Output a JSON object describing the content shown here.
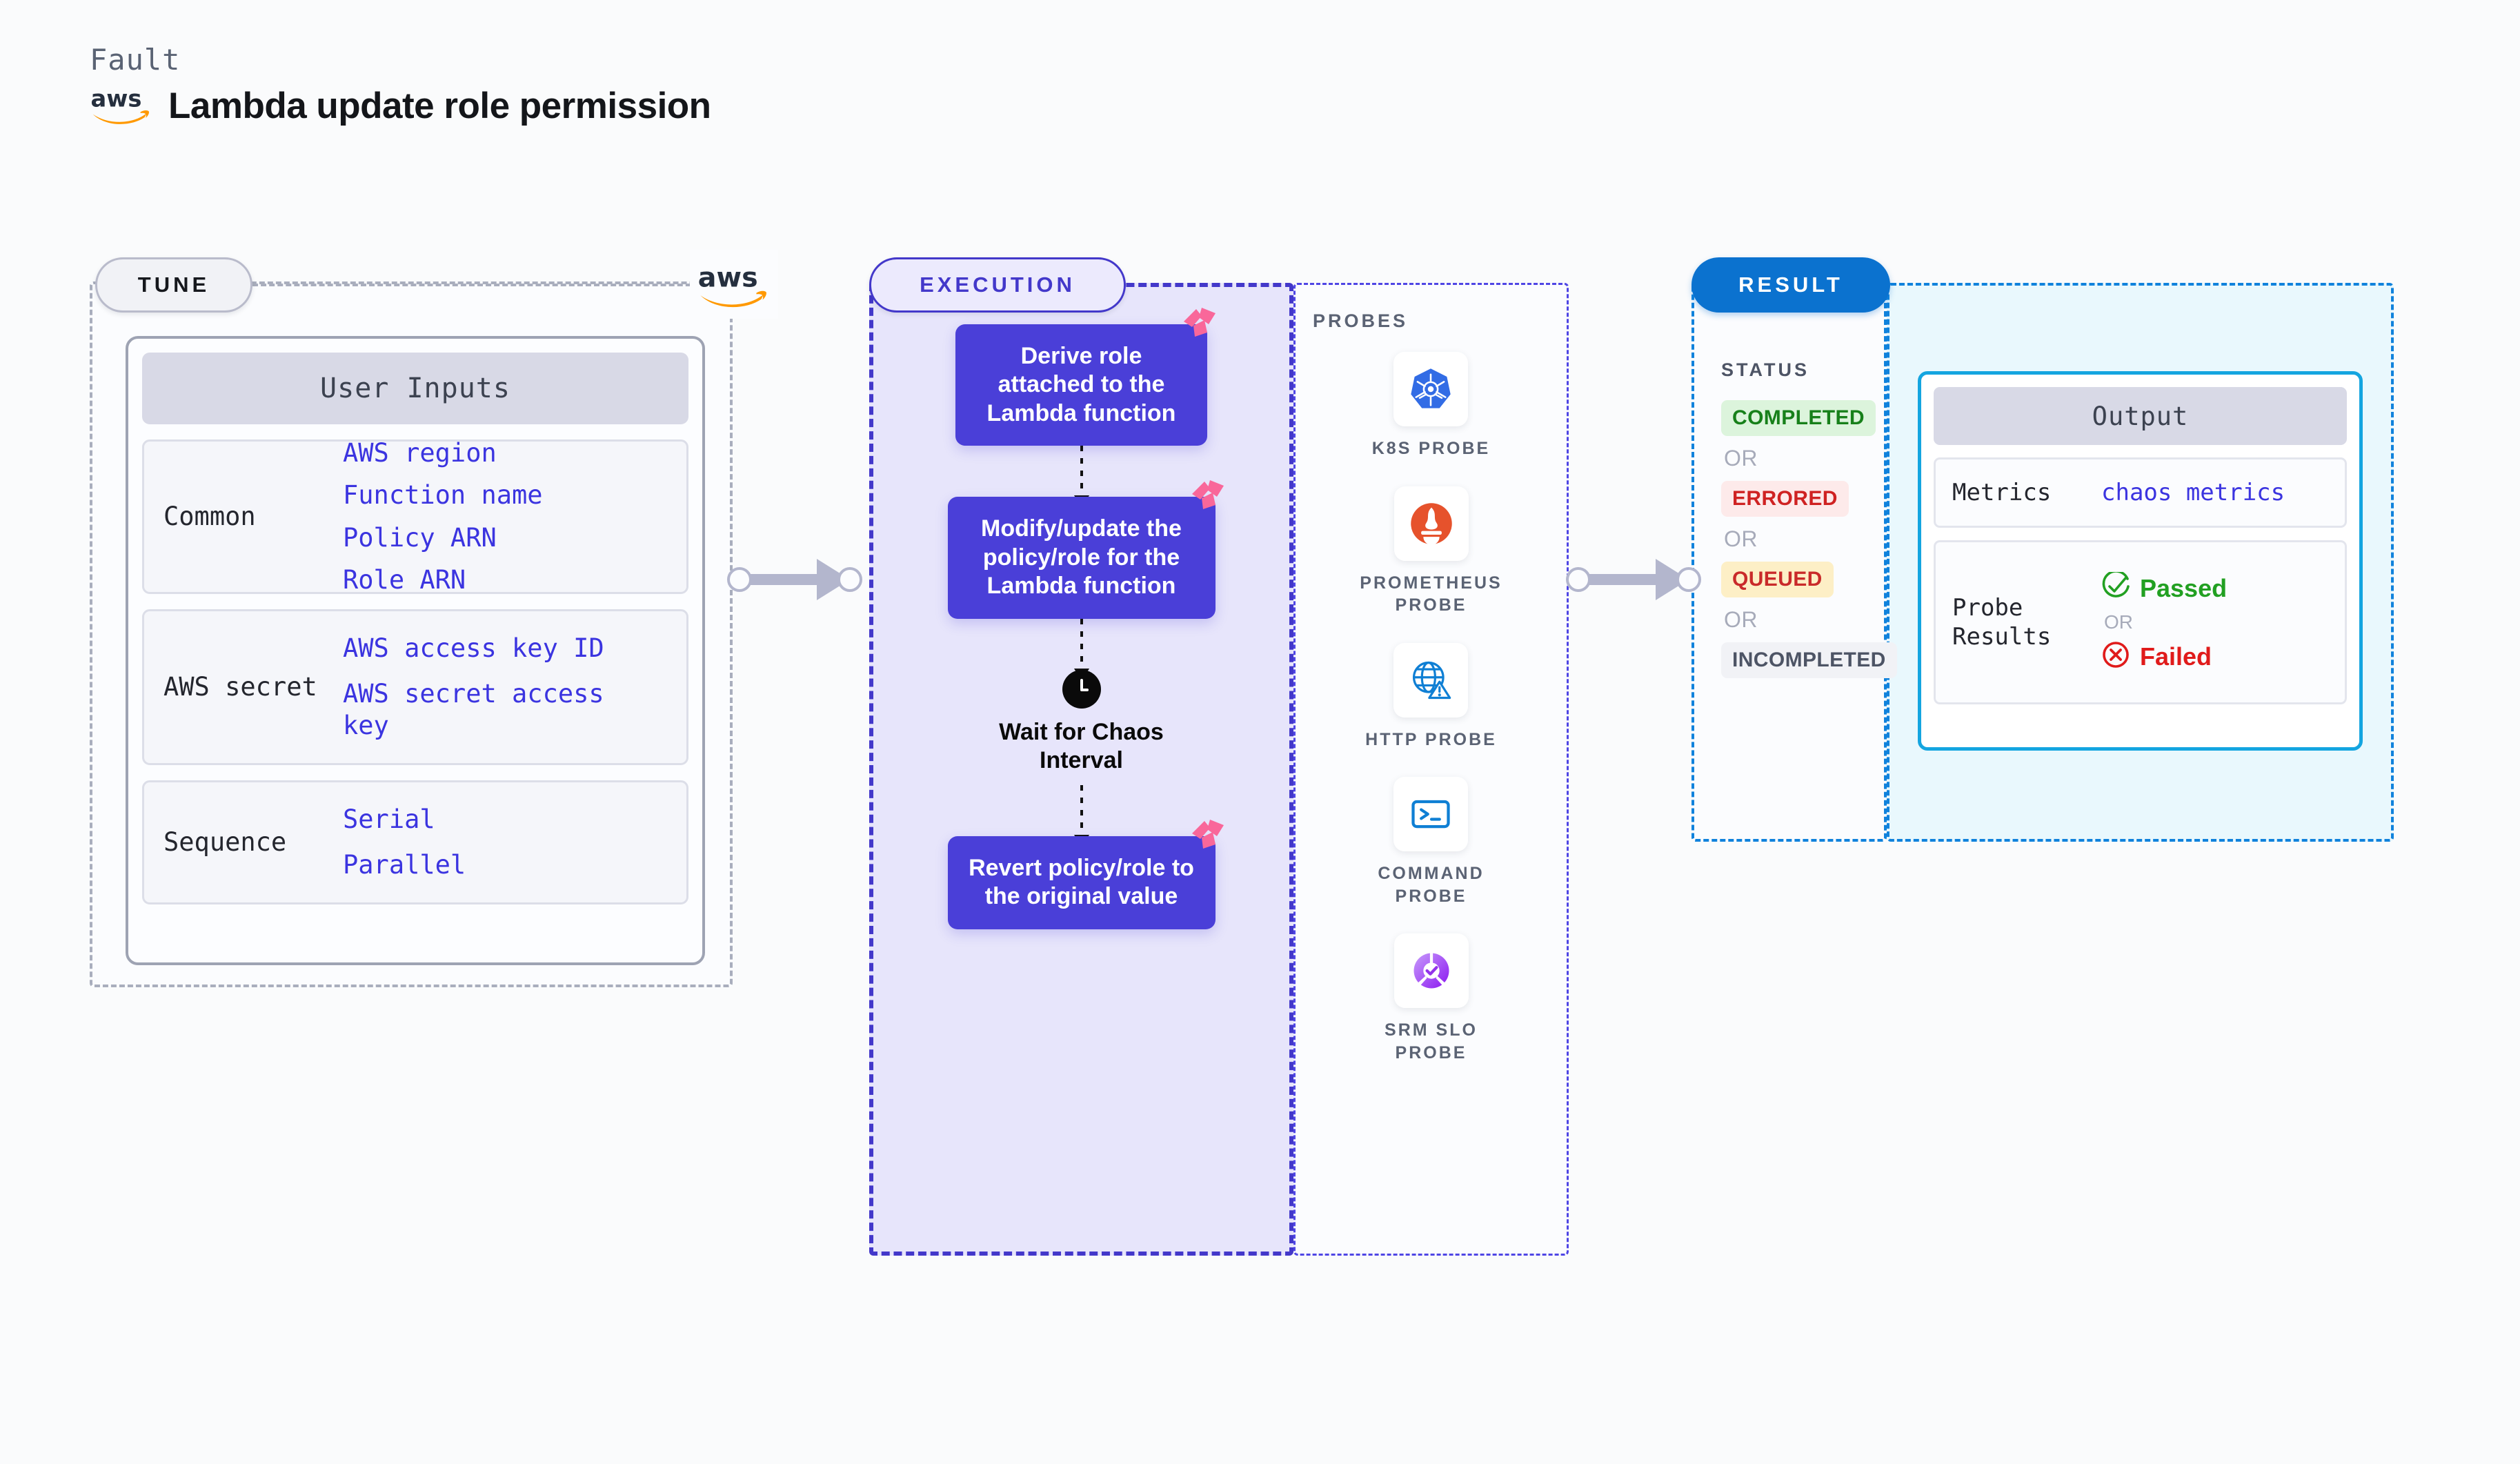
{
  "header": {
    "fault_label": "Fault",
    "title": "Lambda update role permission",
    "logo_name": "aws-logo"
  },
  "tune": {
    "pill_label": "TUNE",
    "logo_name": "aws-logo",
    "card_title": "User Inputs",
    "groups": [
      {
        "label": "Common",
        "values": [
          "AWS region",
          "Function name",
          "Policy ARN",
          "Role ARN"
        ]
      },
      {
        "label": "AWS secret",
        "values": [
          "AWS access key ID",
          "AWS secret access\nkey"
        ]
      },
      {
        "label": "Sequence",
        "values": [
          "Serial",
          "Parallel"
        ]
      }
    ]
  },
  "execution": {
    "pill_label": "EXECUTION",
    "steps": [
      {
        "type": "box",
        "text": "Derive role attached to the Lambda function",
        "badge": "litmus-logo-badge"
      },
      {
        "type": "box",
        "text": "Modify/update the policy/role for the Lambda function",
        "badge": "litmus-logo-badge"
      },
      {
        "type": "clock",
        "text": "Wait for Chaos Interval"
      },
      {
        "type": "box",
        "text": "Revert policy/role to the original value",
        "badge": "litmus-logo-badge"
      }
    ],
    "box_color": "#4a3fd8",
    "panel_fill": "#e7e5fb",
    "panel_border": "#4338ca"
  },
  "probes": {
    "title": "PROBES",
    "items": [
      {
        "label": "K8S PROBE",
        "icon": "kubernetes-icon",
        "color": "#326ce5"
      },
      {
        "label": "PROMETHEUS\nPROBE",
        "icon": "prometheus-icon",
        "color": "#e6522c"
      },
      {
        "label": "HTTP PROBE",
        "icon": "http-globe-warning-icon",
        "color": "#0f7fd4"
      },
      {
        "label": "COMMAND\nPROBE",
        "icon": "terminal-icon",
        "color": "#0f7fd4"
      },
      {
        "label": "SRM SLO\nPROBE",
        "icon": "slo-donut-check-icon",
        "color": "#9333ea"
      }
    ]
  },
  "result": {
    "pill_label": "RESULT",
    "pill_color": "#0b72cf",
    "status_title": "STATUS",
    "or_label": "OR",
    "statuses": [
      {
        "label": "COMPLETED",
        "bg": "#dcf4dc",
        "fg": "#17801a"
      },
      {
        "label": "ERRORED",
        "bg": "#fdeaea",
        "fg": "#cf2222"
      },
      {
        "label": "QUEUED",
        "bg": "#fdefc6",
        "fg": "#c92a2a"
      },
      {
        "label": "INCOMPLETED",
        "bg": "#f1f2f6",
        "fg": "#4d5465"
      }
    ],
    "output": {
      "title": "Output",
      "rows": [
        {
          "label": "Metrics",
          "value": "chaos metrics"
        },
        {
          "label": "Probe\nResults"
        }
      ],
      "probe_results": {
        "passed_label": "Passed",
        "passed_color": "#22a022",
        "passed_icon": "check-circle-icon",
        "or_label": "OR",
        "failed_label": "Failed",
        "failed_color": "#e01b1b",
        "failed_icon": "x-circle-icon"
      }
    }
  }
}
